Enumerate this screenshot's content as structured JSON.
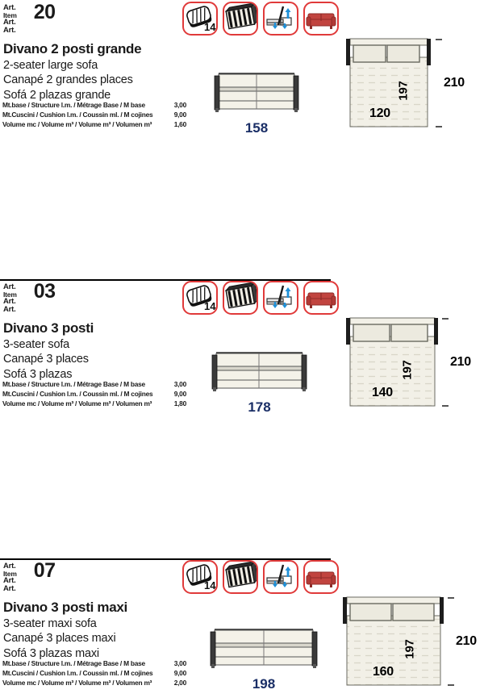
{
  "document": {
    "type": "furniture-catalog-spec-sheet",
    "accent_color": "#e03a3a",
    "dimension_color": "#1a2e66"
  },
  "art_labels": {
    "it": "Art.",
    "en": "Item",
    "fr": "Art.",
    "es": "Art."
  },
  "spec_labels": {
    "base": "Mt.base / Structure l.m. / Métrage Base / M base",
    "cushion": "Mt.Cuscini / Cushion l.m. / Coussin ml. / M cojines",
    "volume": "Volume mc / Volume m³ / Volume m³ / Volumen m³"
  },
  "icons": {
    "cushion": {
      "name": "cushion-icon",
      "badge": "14"
    },
    "fabric_stack": {
      "name": "fabric-stack-icon"
    },
    "mechanism": {
      "name": "bed-mechanism-icon"
    },
    "sofa": {
      "name": "sofa-icon"
    }
  },
  "sections": [
    {
      "art_number": "20",
      "names": {
        "it": "Divano 2 posti grande",
        "en": "2-seater large sofa",
        "fr": "Canapé 2 grandes places",
        "es": "Sofá 2 plazas grande"
      },
      "specs": {
        "base": "3,00",
        "cushion": "9,00",
        "volume": "1,60"
      },
      "front_width": "158",
      "plan": {
        "width": "120",
        "depth": "197",
        "total": "210"
      }
    },
    {
      "art_number": "03",
      "names": {
        "it": "Divano 3 posti",
        "en": "3-seater sofa",
        "fr": "Canapé 3 places",
        "es": "Sofá 3 plazas"
      },
      "specs": {
        "base": "3,00",
        "cushion": "9,00",
        "volume": "1,80"
      },
      "front_width": "178",
      "plan": {
        "width": "140",
        "depth": "197",
        "total": "210"
      }
    },
    {
      "art_number": "07",
      "names": {
        "it": "Divano 3 posti maxi",
        "en": "3-seater maxi sofa",
        "fr": "Canapé 3 places maxi",
        "es": "Sofá 3 plazas maxi"
      },
      "specs": {
        "base": "3,00",
        "cushion": "9,00",
        "volume": "2,00"
      },
      "front_width": "198",
      "plan": {
        "width": "160",
        "depth": "197",
        "total": "210"
      }
    }
  ]
}
